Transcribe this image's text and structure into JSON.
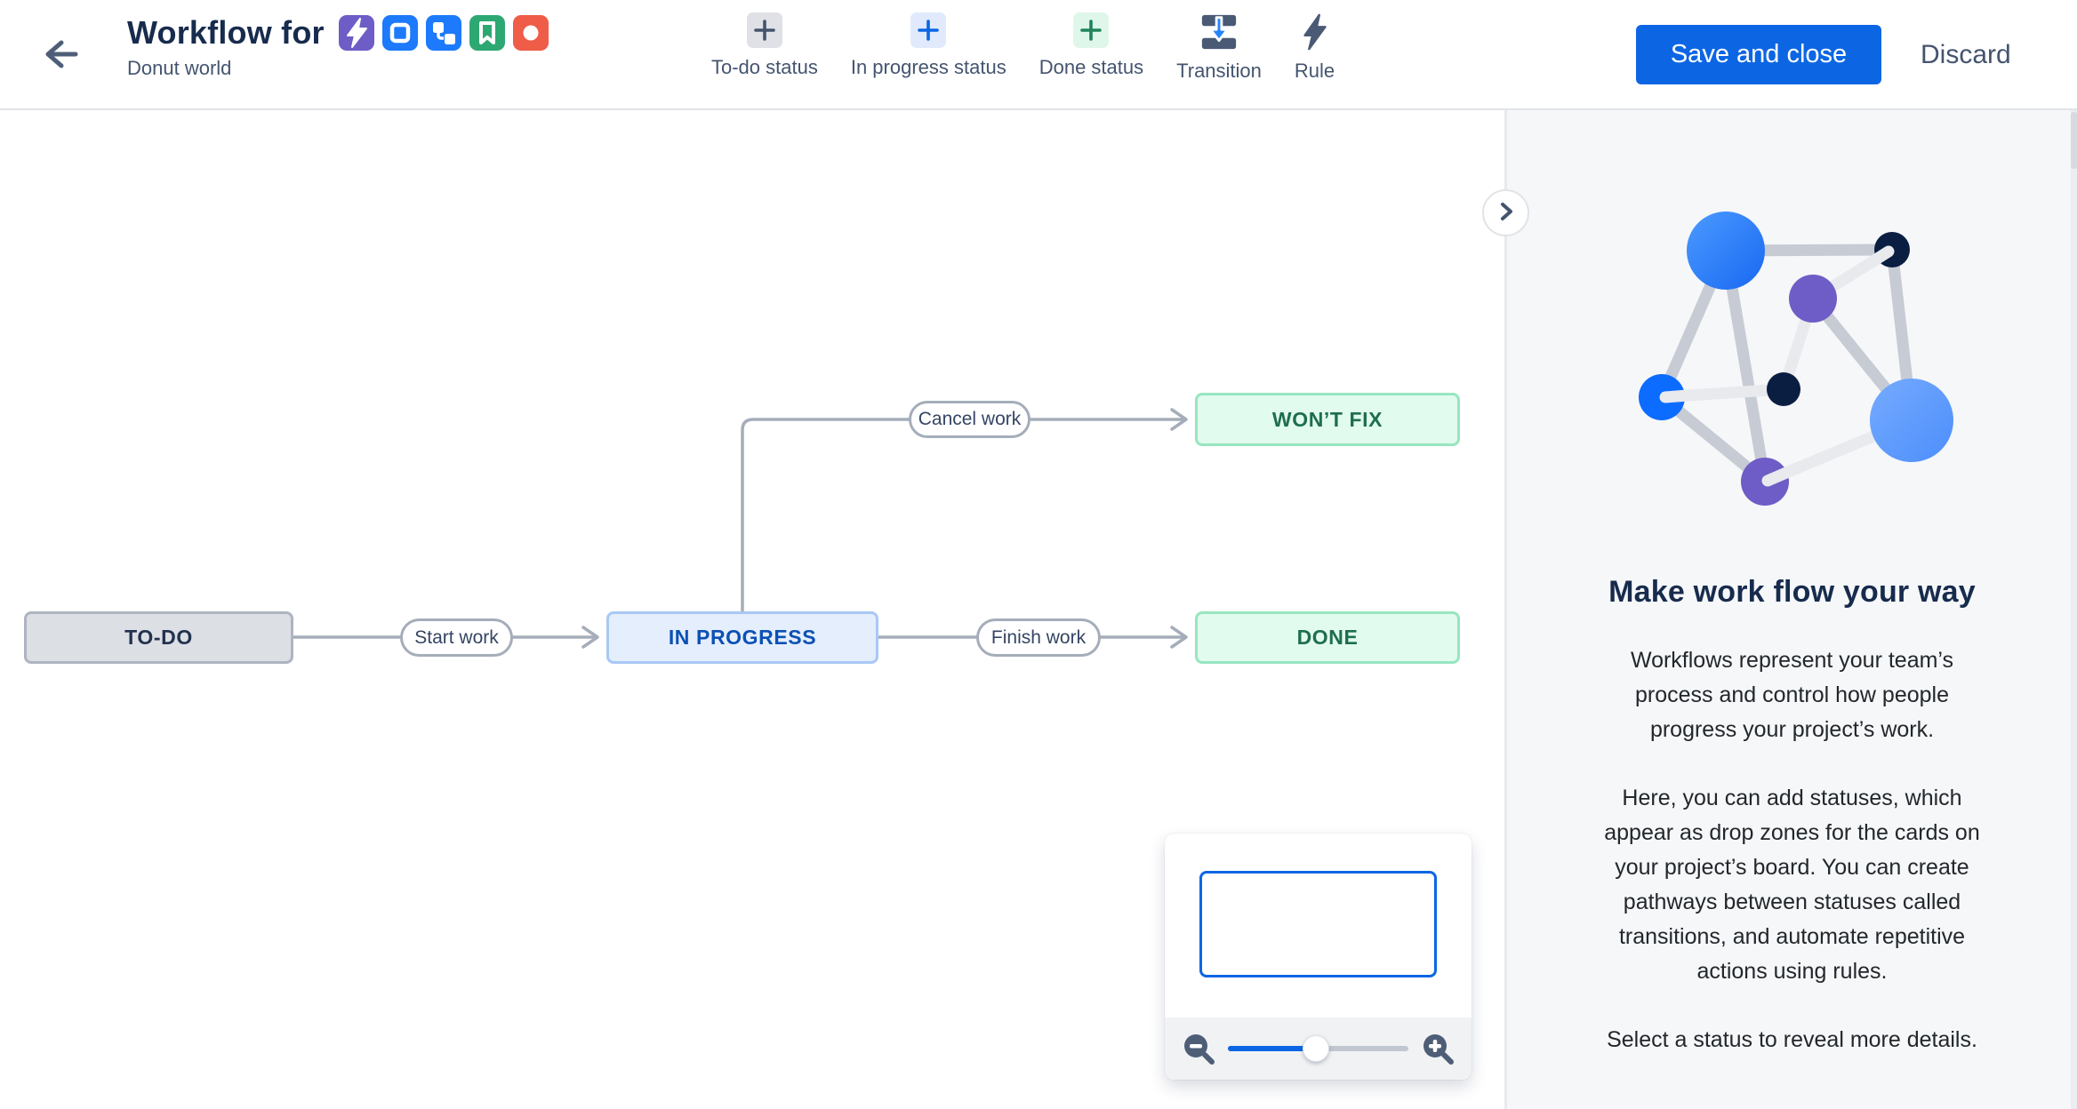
{
  "header": {
    "title": "Workflow for",
    "subtitle": "Donut world",
    "issue_type_icons": [
      {
        "name": "epic-icon",
        "color": "#6E5DC6"
      },
      {
        "name": "task-icon",
        "color": "#1D7AFC"
      },
      {
        "name": "subtask-icon",
        "color": "#1D7AFC"
      },
      {
        "name": "story-icon",
        "color": "#2EA873"
      },
      {
        "name": "bug-icon",
        "color": "#EF5C48"
      }
    ],
    "toolbar": [
      {
        "label": "To-do status",
        "icon": "plus-icon-gray"
      },
      {
        "label": "In progress status",
        "icon": "plus-icon-blue"
      },
      {
        "label": "Done status",
        "icon": "plus-icon-green"
      },
      {
        "label": "Transition",
        "icon": "transition-icon"
      },
      {
        "label": "Rule",
        "icon": "lightning-icon"
      }
    ],
    "save_label": "Save and close",
    "discard_label": "Discard"
  },
  "canvas": {
    "statuses": [
      {
        "label": "TO-DO",
        "category": "todo"
      },
      {
        "label": "IN PROGRESS",
        "category": "in-progress"
      },
      {
        "label": "WON’T FIX",
        "category": "done"
      },
      {
        "label": "DONE",
        "category": "done"
      }
    ],
    "transitions": [
      {
        "label": "Start work",
        "from": "TO-DO",
        "to": "IN PROGRESS"
      },
      {
        "label": "Cancel work",
        "from": "IN PROGRESS",
        "to": "WON’T FIX"
      },
      {
        "label": "Finish work",
        "from": "IN PROGRESS",
        "to": "DONE"
      }
    ]
  },
  "minimap": {
    "slider_percent": 49
  },
  "sidebar": {
    "heading": "Make work flow your way",
    "paragraphs": [
      "Workflows represent your team’s process and control how people progress your project’s work.",
      "Here, you can add statuses, which appear as drop zones for the cards on your project’s board. You can create pathways between statuses called transitions, and automate repetitive actions using rules.",
      "Select a status to reveal more details."
    ]
  },
  "colors": {
    "accent_blue": "#0C66E4",
    "todo_bg": "#DCDFE4",
    "in_progress_bg": "#E4EEFC",
    "in_progress_text": "#0B50B5",
    "done_bg": "#E1FBEE",
    "done_text": "#1F6E4E",
    "edge_gray": "#A5ADBA",
    "panel_bg": "#F6F7F9",
    "text_navy": "#172B4D",
    "text_slate": "#44546F"
  }
}
